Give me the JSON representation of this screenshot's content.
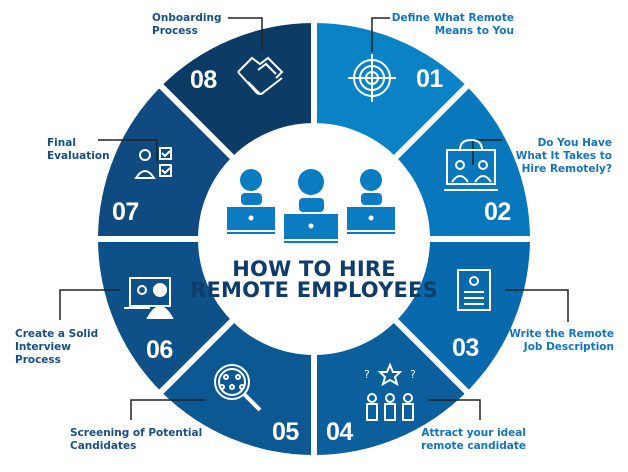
{
  "title": {
    "line1": "HOW TO HIRE",
    "line2": "REMOTE EMPLOYEES"
  },
  "colors": {
    "segments": [
      "#0a83c6",
      "#0877bb",
      "#086aac",
      "#0a5f9c",
      "#0c5893",
      "#0e5189",
      "#0f4a80",
      "#0c3b66"
    ],
    "center_icon": "#0b7bc2",
    "title": "#0f3d6b",
    "label_left": "#174f86",
    "label_right": "#1474bb"
  },
  "steps": [
    {
      "number": "01",
      "label": "Define What Remote Means to You",
      "icon": "target-icon"
    },
    {
      "number": "02",
      "label": "Do You Have What It Takes to Hire Remotely?",
      "icon": "remote-meeting-icon"
    },
    {
      "number": "03",
      "label": "Write the Remote Job Description",
      "icon": "document-icon"
    },
    {
      "number": "04",
      "label": "Attract your ideal remote candidate",
      "icon": "candidates-star-icon"
    },
    {
      "number": "05",
      "label": "Screening of Potential Candidates",
      "icon": "magnifier-people-icon"
    },
    {
      "number": "06",
      "label": "Create a Solid Interview Process",
      "icon": "interview-icon"
    },
    {
      "number": "07",
      "label": "Final Evaluation",
      "icon": "checklist-icon"
    },
    {
      "number": "08",
      "label": "Onboarding Process",
      "icon": "handshake-icon"
    }
  ]
}
